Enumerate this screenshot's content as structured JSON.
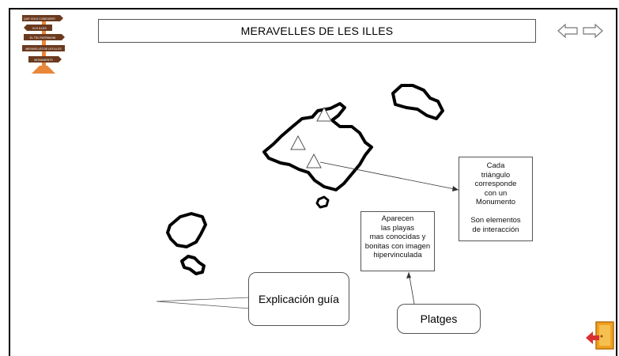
{
  "header": {
    "title": "MERAVELLES  DE LES ILLES"
  },
  "nav": {
    "back_icon": "left-arrow-icon",
    "forward_icon": "right-arrow-icon"
  },
  "signpost": {
    "icon": "signpost-logo",
    "signs": [
      "QUE VOLS CONEIXER?",
      "ELS ILLES",
      "EL TEU PATRIMONI",
      "MERAVELLES DE LES ILLES",
      "MONUMENTS"
    ]
  },
  "annotations": {
    "monument_note": "Cada\ntriángulo\ncorresponde\ncon un\nMonumento\n\nSon elementos\nde interacción",
    "beaches_note": "Aparecen\nlas playas\nmas conocidas y\nbonitas con imagen\nhipervinculada",
    "guide_bubble": "Explicación guía",
    "beaches_bubble": "Platges"
  },
  "exit": {
    "icon": "exit-door-icon"
  },
  "colors": {
    "signpost_wood": "#6b3a1e",
    "signpost_pole": "#e8863a",
    "exit_door": "#f0a020",
    "exit_arrow": "#d93030"
  }
}
